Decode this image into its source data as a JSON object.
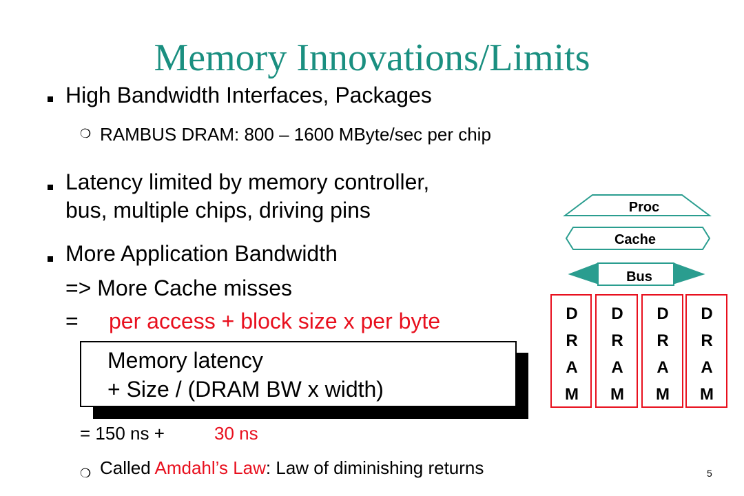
{
  "slide": {
    "title": "Memory Innovations/Limits",
    "page_number": "5",
    "bullet1": "High Bandwidth Interfaces, Packages",
    "sub1": "RAMBUS DRAM: 800 – 1600 MByte/sec per chip",
    "bullet2_line1": "Latency limited by memory controller,",
    "bullet2_line2": "bus, multiple chips, driving pins",
    "bullet3_line1": "More Application Bandwidth",
    "bullet3_line2": "=> More Cache misses",
    "bullet3_line3_prefix": "=",
    "bullet3_line3_red": "per access + block size x per byte",
    "box_line1": "Memory latency",
    "box_line2": "+ Size / (DRAM BW x width)",
    "calc_prefix": "= 150 ns +",
    "calc_red": "30 ns",
    "sub2_prefix": "Called",
    "sub2_red": "Amdahl’s Law",
    "sub2_suffix": ": Law of diminishing returns"
  },
  "diagram": {
    "proc_label": "Proc",
    "cache_label": "Cache",
    "bus_label": "Bus",
    "dram_letters": [
      "D",
      "R",
      "A",
      "M"
    ],
    "outline_color": "#e8101e",
    "fill_color": "#2a9d8f"
  }
}
